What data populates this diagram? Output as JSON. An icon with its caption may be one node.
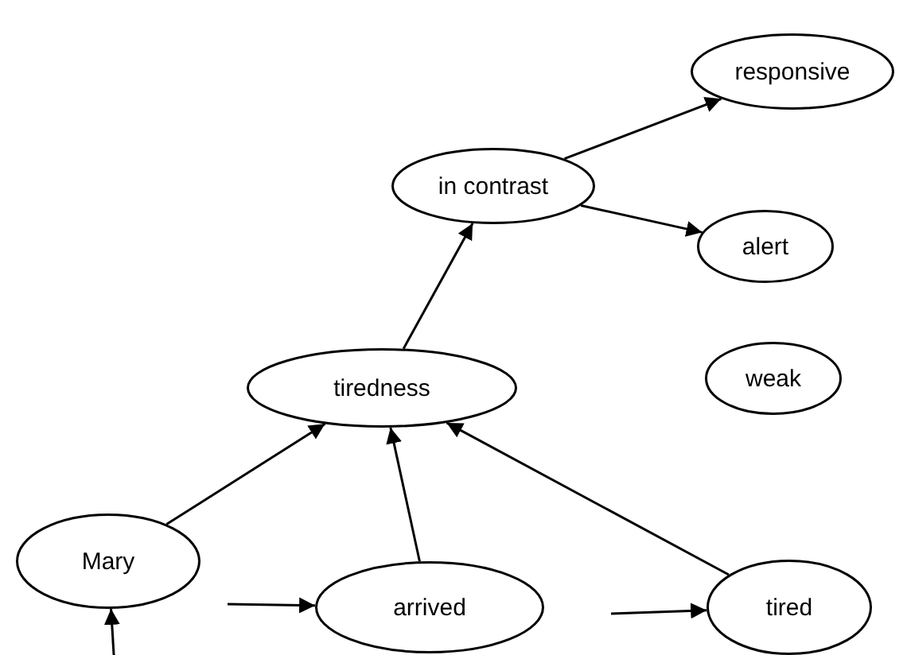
{
  "diagram": {
    "nodes": [
      {
        "text": [
          "responsive"
        ]
      },
      {
        "text": [
          "in contrast"
        ]
      },
      {
        "text": [
          "alert"
        ]
      },
      {
        "text": [
          "weak"
        ]
      },
      {
        "text": [
          "tiredness"
        ]
      },
      {
        "text": [
          "Mary"
        ]
      },
      {
        "text": [
          "arrived"
        ]
      },
      {
        "text": [
          "tired"
        ]
      }
    ],
    "edges": [
      {
        "from": 1,
        "to": 0,
        "arrow": "to"
      },
      {
        "from": 1,
        "to": 2,
        "arrow": "to"
      },
      {
        "from": 4,
        "to": 1,
        "arrow": "to"
      },
      {
        "from": 5,
        "to": 4,
        "arrow": "to"
      },
      {
        "from": 6,
        "to": 4,
        "arrow": "to"
      },
      {
        "from": 7,
        "to": 4,
        "arrow": "to"
      },
      {
        "from": null,
        "to": 5,
        "arrow": "to"
      },
      {
        "from": null,
        "to": 6,
        "arrow": "to"
      },
      {
        "from": null,
        "to": 7,
        "arrow": "to"
      }
    ]
  }
}
